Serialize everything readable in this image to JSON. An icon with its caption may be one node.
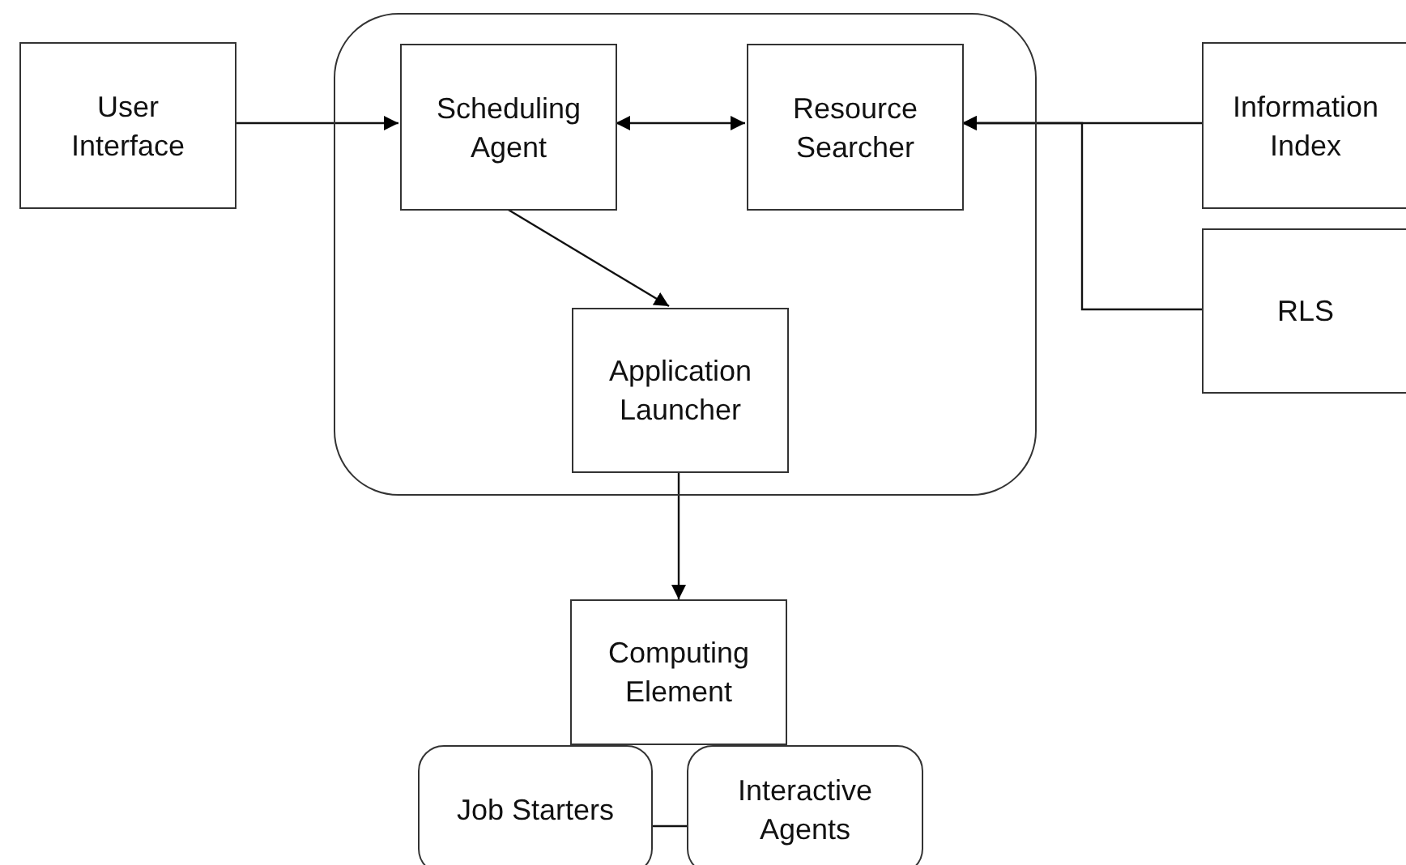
{
  "diagram": {
    "nodes": [
      {
        "text": [
          "User Interface"
        ]
      },
      {
        "text": [],
        "shape": "box"
      },
      {
        "text": [
          "Scheduling Agent"
        ],
        "in": 1
      },
      {
        "text": [
          "Resource Searcher"
        ],
        "in": 1
      },
      {
        "text": [
          "Application Launcher"
        ],
        "in": 1
      },
      {
        "text": [
          "Information Index"
        ]
      },
      {
        "text": [
          "RLS"
        ]
      },
      {
        "text": [
          "Computing Element"
        ]
      },
      {
        "text": [
          "Job Starters"
        ]
      },
      {
        "text": [
          "Interactive Agents"
        ]
      }
    ],
    "edges": [
      {
        "from": 0,
        "to": 2,
        "arrow": "to"
      },
      {
        "from": 2,
        "to": 3,
        "arrow": "both"
      },
      {
        "from": 5,
        "to": 3,
        "arrow": "to"
      },
      {
        "from": 6,
        "to": 3,
        "arrow": "to"
      },
      {
        "from": 2,
        "to": 4,
        "arrow": "to"
      },
      {
        "from": 4,
        "to": 7,
        "arrow": "to"
      },
      {
        "from": 8,
        "to": 9,
        "arrow": "none"
      }
    ]
  }
}
